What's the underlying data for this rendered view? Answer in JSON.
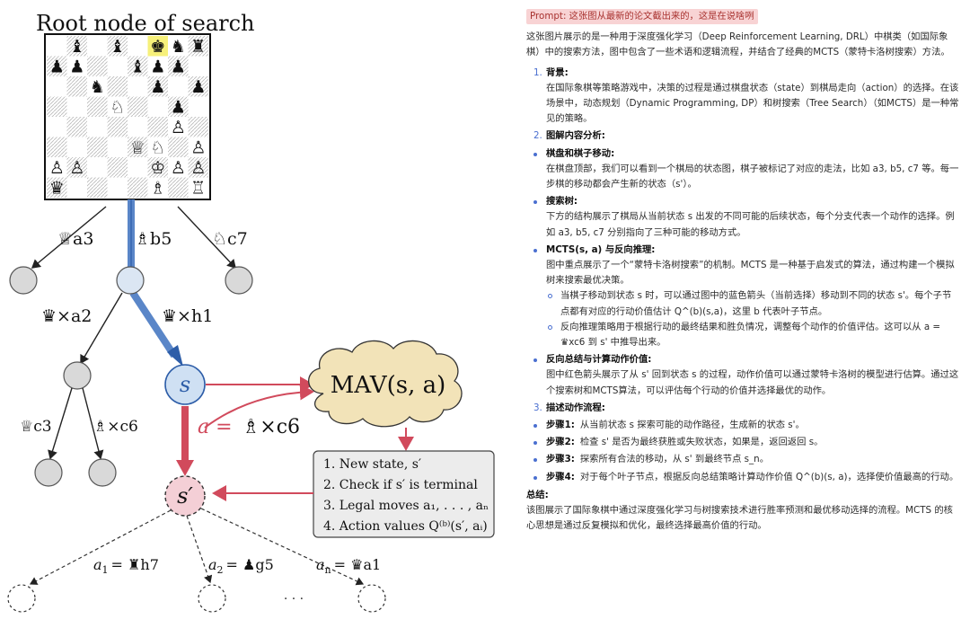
{
  "figure": {
    "title": "Root node of search",
    "board": {
      "files": 8,
      "ranks": 8,
      "highlight_square": "f8",
      "pieces": [
        {
          "sq": "b8",
          "glyph": "♝"
        },
        {
          "sq": "d8",
          "glyph": "♝"
        },
        {
          "sq": "f8",
          "glyph": "♚"
        },
        {
          "sq": "g8",
          "glyph": "♞"
        },
        {
          "sq": "h8",
          "glyph": "♜"
        },
        {
          "sq": "a7",
          "glyph": "♟"
        },
        {
          "sq": "b7",
          "glyph": "♟"
        },
        {
          "sq": "e7",
          "glyph": "♝"
        },
        {
          "sq": "f7",
          "glyph": "♟"
        },
        {
          "sq": "g7",
          "glyph": "♟"
        },
        {
          "sq": "c6",
          "glyph": "♞"
        },
        {
          "sq": "f6",
          "glyph": "♟"
        },
        {
          "sq": "h6",
          "glyph": "♟"
        },
        {
          "sq": "d5",
          "glyph": "♘"
        },
        {
          "sq": "g5",
          "glyph": "♟"
        },
        {
          "sq": "g4",
          "glyph": "♙"
        },
        {
          "sq": "e3",
          "glyph": "♕"
        },
        {
          "sq": "f3",
          "glyph": "♘"
        },
        {
          "sq": "h3",
          "glyph": "♙"
        },
        {
          "sq": "a2",
          "glyph": "♙"
        },
        {
          "sq": "b2",
          "glyph": "♙"
        },
        {
          "sq": "f2",
          "glyph": "♔"
        },
        {
          "sq": "g2",
          "glyph": "♙"
        },
        {
          "sq": "h2",
          "glyph": "♙"
        },
        {
          "sq": "a1",
          "glyph": "♛"
        },
        {
          "sq": "f1",
          "glyph": "♗"
        },
        {
          "sq": "h1",
          "glyph": "♖"
        }
      ]
    },
    "moves": {
      "a3": "♕a3",
      "b5": "♗b5",
      "c7": "♘c7",
      "xa2": "♛×a2",
      "xh1": "♛×h1",
      "c3": "♕c3",
      "xc6": "♗×c6",
      "action_prefix": "a =",
      "action_move": "♗×c6",
      "a1_label": "a",
      "a1_sub": "1",
      "a1_move": "= ♜h7",
      "a2_label": "a",
      "a2_sub": "2",
      "a2_move": "= ♟g5",
      "an_label": "a",
      "an_sub": "n",
      "an_move": "= ♛a1",
      "ellipsis": "· · ·"
    },
    "node_s": "s",
    "node_sprime": "s′",
    "cloud": "MAV(s, a)",
    "steps": [
      {
        "num": "1.",
        "text": "New state, s′"
      },
      {
        "num": "2.",
        "text": "Check if s′ is terminal"
      },
      {
        "num": "3.",
        "text": "Legal moves a₁, . . . , aₙ"
      },
      {
        "num": "4.",
        "text": "Action values Q⁽ᵇ⁾(s′, aᵢ)"
      }
    ],
    "colors": {
      "blue": "#5a86c8",
      "red": "#d14a5c",
      "node_gray": "#d9d9d9",
      "s_fill": "#cfe0f3",
      "sprime_fill": "#f4cfd6",
      "cloud_fill": "#f2e3b8",
      "box_fill": "#ececec",
      "highlight": "#f6f07a"
    }
  },
  "panel": {
    "prompt": "Prompt: 这张图从最新的论文截出来的，这是在说啥咧",
    "intro": "这张图片展示的是一种用于深度强化学习（Deep Reinforcement Learning, DRL）中棋类（如国际象棋）中的搜索方法，图中包含了一些术语和逻辑流程，并结合了经典的MCTS（蒙特卡洛树搜索）方法。",
    "s1": {
      "num": "1.",
      "title": "背景:",
      "body": "在国际象棋等策略游戏中，决策的过程是通过棋盘状态（state）到棋局走向（action）的选择。在该场景中，动态规划（Dynamic Programming, DP）和树搜索（Tree Search）（如MCTS）是一种常见的策略。"
    },
    "s2": {
      "num": "2.",
      "title": "图解内容分析:",
      "b1_title": "棋盘和棋子移动:",
      "b1_body": "在棋盘顶部，我们可以看到一个棋局的状态图，棋子被标记了对应的走法，比如 a3, b5, c7 等。每一步棋的移动都会产生新的状态（s'）。",
      "b2_title": "搜索树:",
      "b2_body": "下方的结构展示了棋局从当前状态 s 出发的不同可能的后续状态，每个分支代表一个动作的选择。例如 a3, b5, c7 分别指向了三种可能的移动方式。",
      "b3_title": "MCTS(s, a) 与反向推理:",
      "b3_body": "图中重点展示了一个“蒙特卡洛树搜索”的机制。MCTS 是一种基于启发式的算法，通过构建一个模拟树来搜索最优决策。",
      "sub1": "当棋子移动到状态 s 时，可以通过图中的蓝色箭头（当前选择）移动到不同的状态 s'。每个子节点都有对应的行动价值估计 Q^(b)(s,a)，这里 b 代表叶子节点。",
      "sub2": "反向推理策略用于根据行动的最终结果和胜负情况，调整每个动作的价值评估。这可以从 a = ♛xc6 到 s' 中推导出来。",
      "b4_title": "反向总结与计算动作价值:",
      "b4_body": "图中红色箭头展示了从 s' 回到状态 s 的过程，动作价值可以通过蒙特卡洛树的模型进行估算。通过这个搜索树和MCTS算法，可以评估每个行动的价值并选择最优的动作。"
    },
    "s3": {
      "num": "3.",
      "title": "描述动作流程:",
      "steps": [
        {
          "label": "步骤1:",
          "text": "从当前状态 s 探索可能的动作路径，生成新的状态 s'。"
        },
        {
          "label": "步骤2:",
          "text": "检查 s' 是否为最终获胜或失败状态，如果是，返回返回 s。"
        },
        {
          "label": "步骤3:",
          "text": "探索所有合法的移动，从 s' 到最终节点 s_n。"
        },
        {
          "label": "步骤4:",
          "text": "对于每个叶子节点，根据反向总结策略计算动作价值 Q^(b)(s, a)，选择使价值最高的行动。"
        }
      ]
    },
    "summary_title": "总结:",
    "summary_body": "该图展示了国际象棋中通过深度强化学习与树搜索技术进行胜率预测和最优移动选择的流程。MCTS 的核心思想是通过反复模拟和优化，最终选择最高价值的行动。"
  }
}
